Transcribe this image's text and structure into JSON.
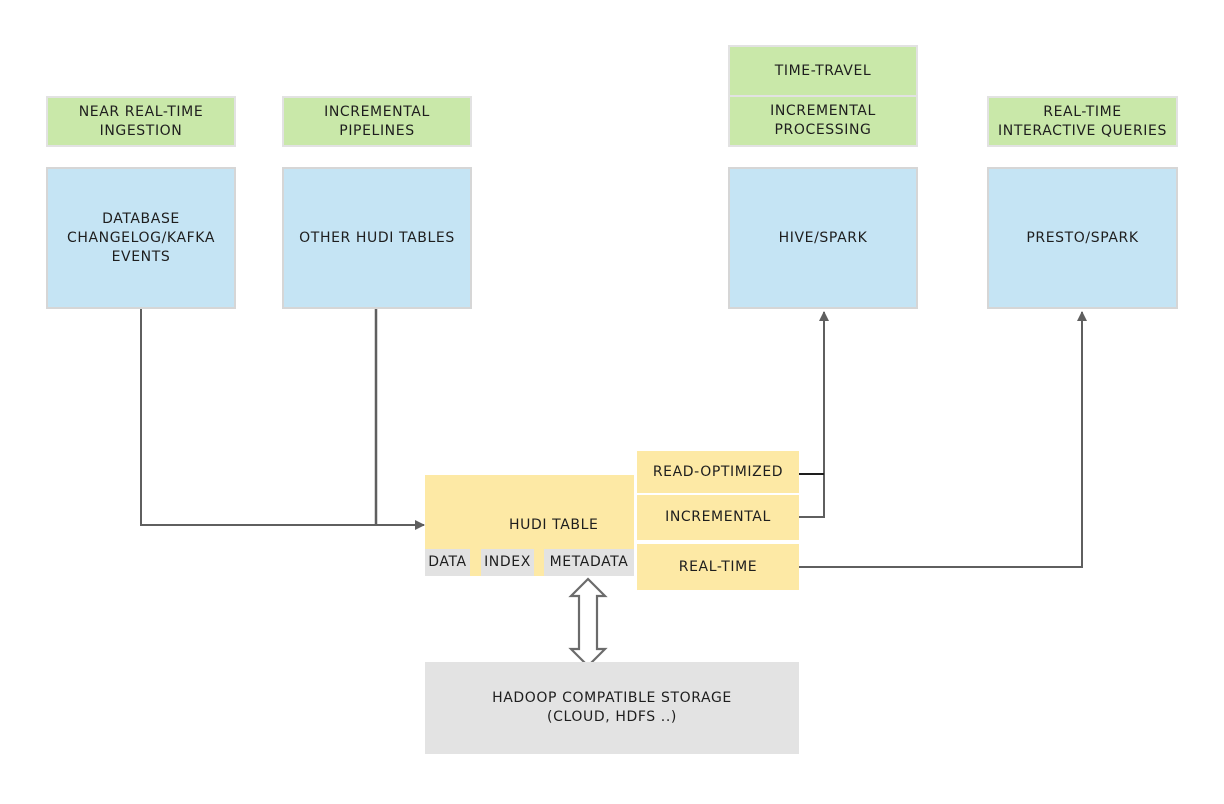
{
  "labels": {
    "near_realtime_ingestion": "NEAR REAL-TIME\nINGESTION",
    "incremental_pipelines": "INCREMENTAL\nPIPELINES",
    "time_travel": "TIME-TRAVEL",
    "incremental_processing": "INCREMENTAL\nPROCESSING",
    "realtime_interactive_queries": "REAL-TIME\nINTERACTIVE QUERIES"
  },
  "sources": {
    "database_changelog": "DATABASE\nCHANGELOG/KAFKA\nEVENTS",
    "other_hudi_tables": "OTHER HUDI TABLES"
  },
  "engines": {
    "hive_spark": "HIVE/SPARK",
    "presto_spark": "PRESTO/SPARK"
  },
  "hudi_table": {
    "title": "HUDI TABLE",
    "data": "DATA",
    "index": "INDEX",
    "metadata": "METADATA"
  },
  "views": {
    "read_optimized": "READ-OPTIMIZED",
    "incremental": "INCREMENTAL",
    "real_time": "REAL-TIME"
  },
  "storage": {
    "label": "HADOOP COMPATIBLE STORAGE\n(CLOUD, HDFS ..)"
  },
  "colors": {
    "label_green": "#c9e8a9",
    "box_blue": "#c5e4f4",
    "table_yellow": "#fde9a5",
    "storage_grey": "#e3e3e3",
    "arrow": "#5f5f5f"
  }
}
